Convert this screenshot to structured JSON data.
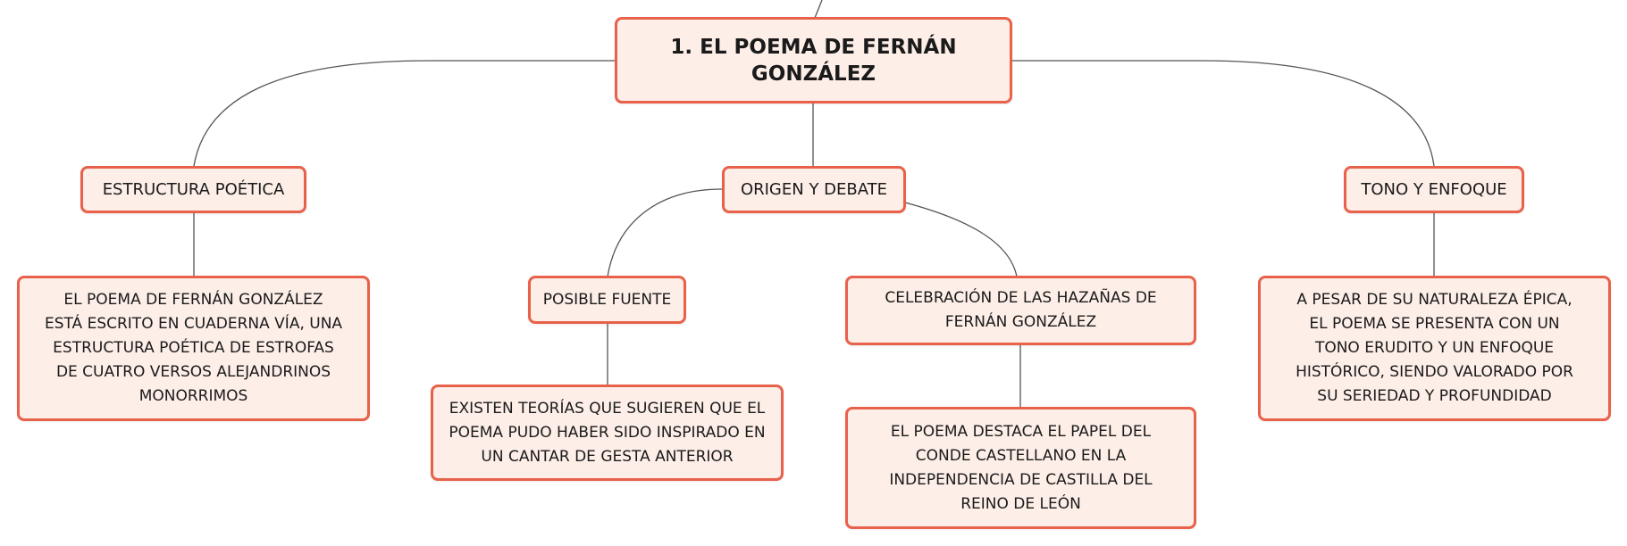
{
  "map": {
    "root": "1. EL POEMA DE FERNÁN GONZÁLEZ",
    "branches": {
      "estructura": {
        "title": "ESTRUCTURA POÉTICA",
        "detail": "EL POEMA DE FERNÁN GONZÁLEZ ESTÁ ESCRITO EN CUADERNA VÍA, UNA ESTRUCTURA POÉTICA DE ESTROFAS DE CUATRO VERSOS ALEJANDRINOS MONORRIMOS"
      },
      "origen": {
        "title": "ORIGEN Y DEBATE",
        "fuente": {
          "title": "POSIBLE FUENTE",
          "detail": "EXISTEN TEORÍAS QUE SUGIEREN QUE EL POEMA PUDO HABER SIDO INSPIRADO EN UN CANTAR DE GESTA ANTERIOR"
        },
        "celebracion": {
          "title": "CELEBRACIÓN DE LAS HAZAÑAS DE FERNÁN GONZÁLEZ",
          "detail": "EL POEMA DESTACA EL PAPEL DEL CONDE CASTELLANO EN LA INDEPENDENCIA DE CASTILLA DEL REINO DE LEÓN"
        }
      },
      "tono": {
        "title": "TONO Y ENFOQUE",
        "detail": "A PESAR DE SU NATURALEZA ÉPICA, EL POEMA SE PRESENTA CON UN TONO ERUDITO Y UN ENFOQUE HISTÓRICO, SIENDO VALORADO POR SU SERIEDAD Y PROFUNDIDAD"
      }
    }
  },
  "colors": {
    "node_border": "#e8614a",
    "node_fill": "#fdeee8",
    "connector": "#555555"
  }
}
